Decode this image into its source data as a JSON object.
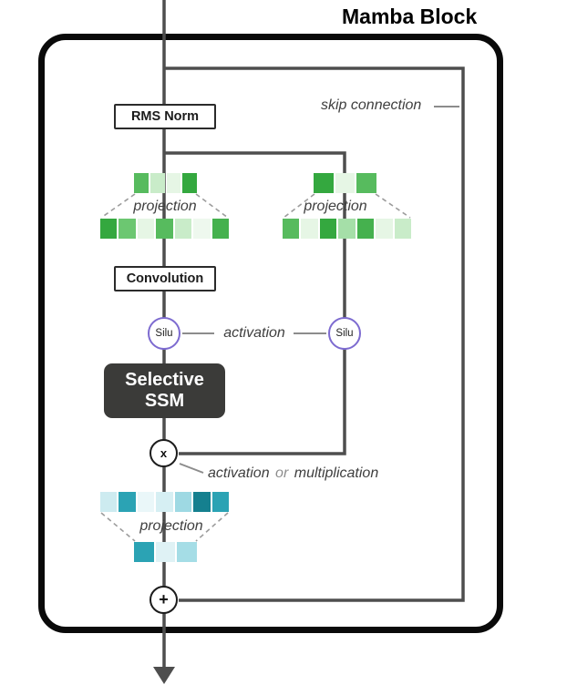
{
  "title": "Mamba Block",
  "labels": {
    "skip_connection": "skip connection",
    "rms_norm": "RMS Norm",
    "projection": "projection",
    "convolution": "Convolution",
    "silu": "Silu",
    "activation": "activation",
    "selective": "Selective",
    "ssm": "SSM",
    "multiply": "x",
    "add": "+",
    "act_mult": {
      "activation": "activation",
      "or": "or",
      "multiplication": "multiplication"
    }
  },
  "colors": {
    "line": "#4e4e4e",
    "dashed": "#9c9c9c",
    "dashed_strong": "#8c8c8c",
    "purple": "#7d6bd0",
    "ssm_bg": "#3b3b39",
    "box_border": "#2b2b2b"
  },
  "cells": {
    "left_small": [
      "#57bb5e",
      "#c9ecc9",
      "#e6f6e5",
      "#34a83f"
    ],
    "left_wide": [
      "#34a83f",
      "#6cc771",
      "#e6f6e5",
      "#57bb5e",
      "#c9ecc9",
      "#eef8ee",
      "#45b14e"
    ],
    "right_small": [
      "#34a83f",
      "#e6f6e5",
      "#57bb5e"
    ],
    "right_wide": [
      "#57bb5e",
      "#e6f6e5",
      "#34a83f",
      "#a5dfa8",
      "#45b14e",
      "#e6f6e5",
      "#c9ecc9"
    ],
    "bottom_wide": [
      "#cdebf0",
      "#2ba3b4",
      "#eaf7f9",
      "#d6eff3",
      "#9ed9e3",
      "#15808f",
      "#2ba3b4"
    ],
    "bottom_small": [
      "#2ba3b4",
      "#dff2f5",
      "#a5dde6"
    ]
  }
}
